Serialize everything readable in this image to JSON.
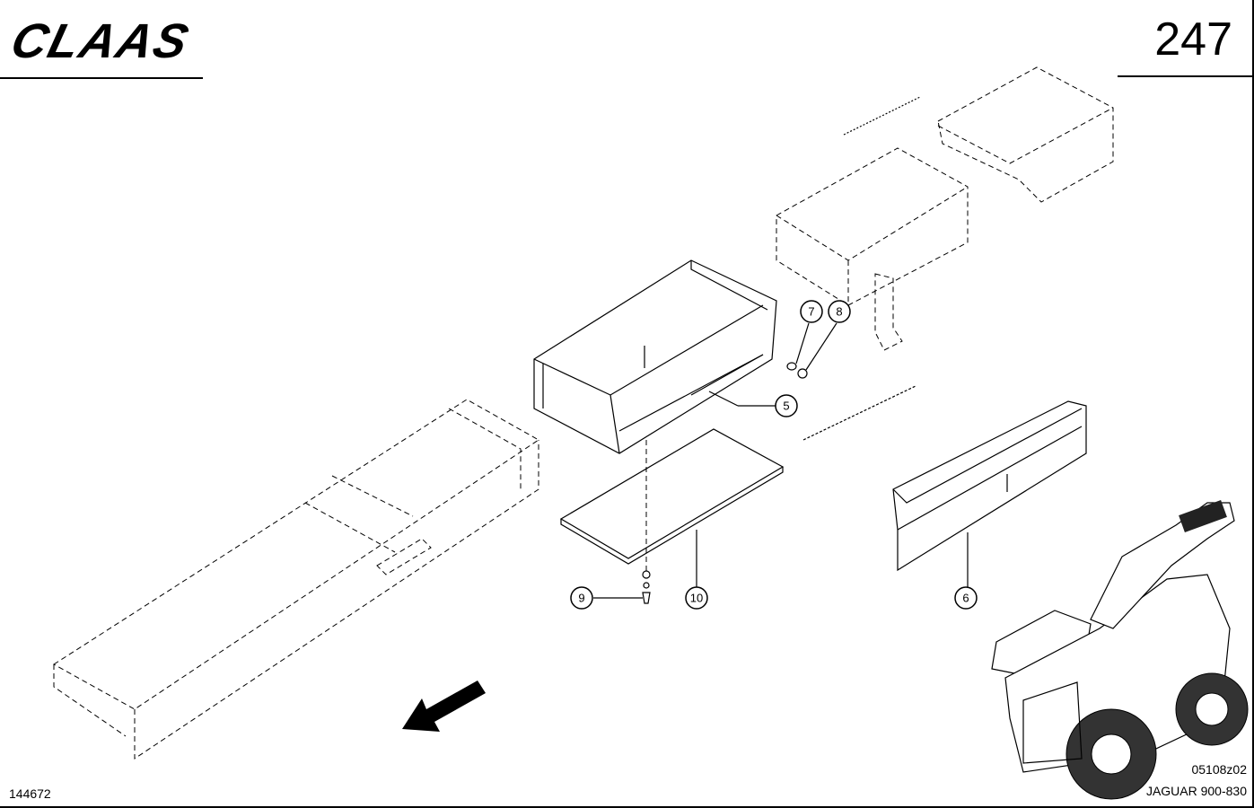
{
  "header": {
    "logo_text": "CLAAS",
    "page_number": "247"
  },
  "footer": {
    "drawing_no": "144672",
    "ref_code": "05108z02",
    "model": "JAGUAR 900-830"
  },
  "callouts": [
    "5",
    "6",
    "7",
    "8",
    "9",
    "10"
  ]
}
